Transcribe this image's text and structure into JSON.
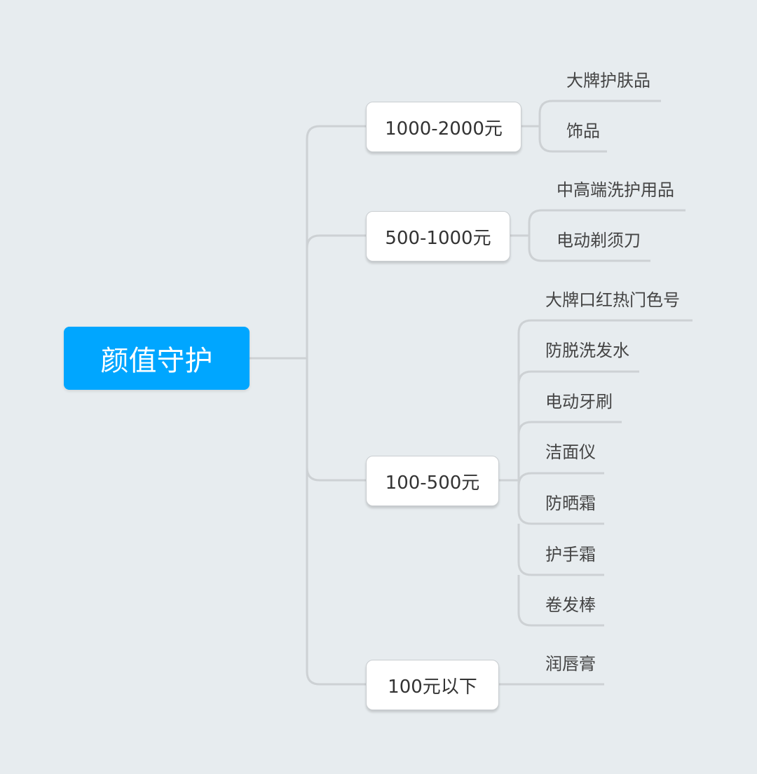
{
  "mindmap": {
    "root": "颜值守护",
    "branches": [
      {
        "label": "1000-2000元",
        "items": [
          "大牌护肤品",
          "饰品"
        ]
      },
      {
        "label": "500-1000元",
        "items": [
          "中高端洗护用品",
          "电动剃须刀"
        ]
      },
      {
        "label": "100-500元",
        "items": [
          "大牌口红热门色号",
          "防脱洗发水",
          "电动牙刷",
          "洁面仪",
          "防晒霜",
          "护手霜",
          "卷发棒"
        ]
      },
      {
        "label": "100元以下",
        "items": [
          "润唇膏"
        ]
      }
    ]
  },
  "colors": {
    "background": "#e7ecef",
    "root_fill": "#00a6ff",
    "connector": "#cdd1d4",
    "branch_fill": "#ffffff"
  }
}
